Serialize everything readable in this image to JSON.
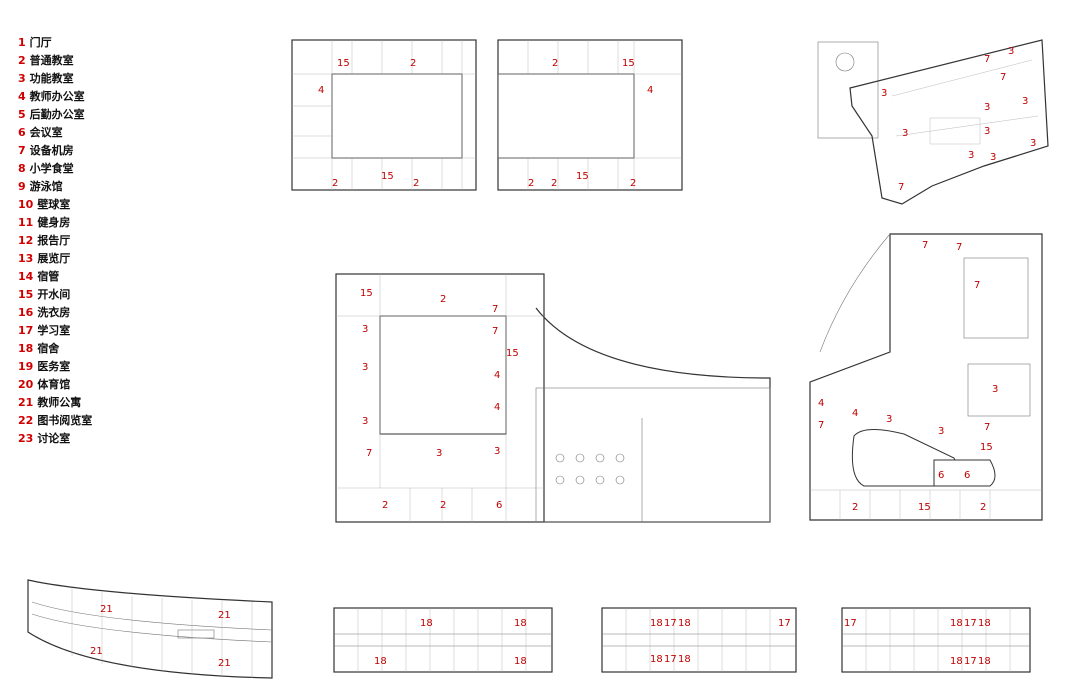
{
  "legend": [
    {
      "num": "1",
      "text": "门厅"
    },
    {
      "num": "2",
      "text": "普通教室"
    },
    {
      "num": "3",
      "text": "功能教室"
    },
    {
      "num": "4",
      "text": "教师办公室"
    },
    {
      "num": "5",
      "text": "后勤办公室"
    },
    {
      "num": "6",
      "text": "会议室"
    },
    {
      "num": "7",
      "text": "设备机房"
    },
    {
      "num": "8",
      "text": "小学食堂"
    },
    {
      "num": "9",
      "text": "游泳馆"
    },
    {
      "num": "10",
      "text": "壁球室"
    },
    {
      "num": "11",
      "text": "健身房"
    },
    {
      "num": "12",
      "text": "报告厅"
    },
    {
      "num": "13",
      "text": "展览厅"
    },
    {
      "num": "14",
      "text": "宿管"
    },
    {
      "num": "15",
      "text": "开水间"
    },
    {
      "num": "16",
      "text": "洗衣房"
    },
    {
      "num": "17",
      "text": "学习室"
    },
    {
      "num": "18",
      "text": "宿舍"
    },
    {
      "num": "19",
      "text": "医务室"
    },
    {
      "num": "20",
      "text": "体育馆"
    },
    {
      "num": "21",
      "text": "教师公寓"
    },
    {
      "num": "22",
      "text": "图书阅览室"
    },
    {
      "num": "23",
      "text": "讨论室"
    }
  ],
  "plans": {
    "top_left": [
      "15",
      "2",
      "4",
      "2",
      "15",
      "2"
    ],
    "top_middle": [
      "2",
      "15",
      "4",
      "2",
      "15",
      "2",
      "2"
    ],
    "top_right": [
      "7",
      "3",
      "3",
      "7",
      "3",
      "3",
      "3",
      "3",
      "3",
      "3",
      "3",
      "7"
    ],
    "middle_left": [
      "15",
      "2",
      "7",
      "7",
      "3",
      "15",
      "3",
      "4",
      "3",
      "4",
      "7",
      "3",
      "3",
      "2",
      "2",
      "6"
    ],
    "middle_right": [
      "7",
      "7",
      "7",
      "3",
      "4",
      "4",
      "3",
      "7",
      "3",
      "7",
      "15",
      "6",
      "6",
      "2",
      "15",
      "2"
    ],
    "bottom_1": [
      "21",
      "21",
      "21",
      "21"
    ],
    "bottom_2": [
      "18",
      "18",
      "18",
      "18"
    ],
    "bottom_3": [
      "18",
      "17",
      "18",
      "17",
      "18",
      "17",
      "18"
    ],
    "bottom_4": [
      "17",
      "18",
      "17",
      "18",
      "18",
      "17",
      "18"
    ]
  }
}
